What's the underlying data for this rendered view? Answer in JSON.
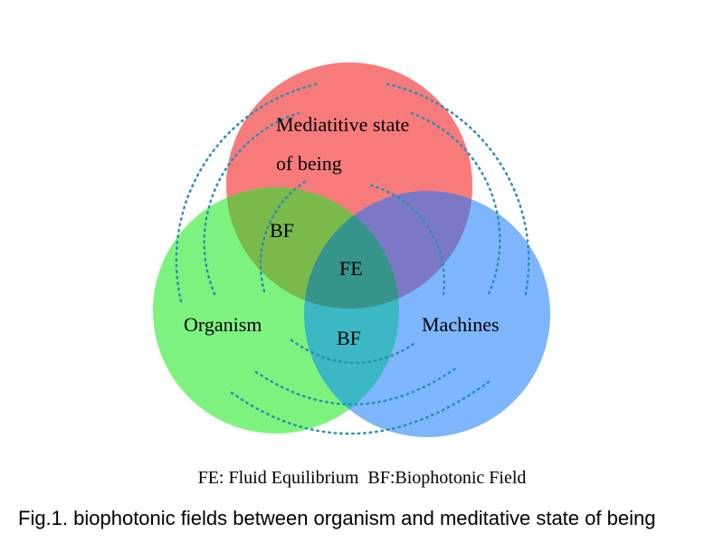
{
  "diagram": {
    "circle_top_label_line1": "Mediatitive state",
    "circle_top_label_line2": "of being",
    "circle_left_label": "Organism",
    "circle_right_label": "Machines",
    "overlap_top_left_label": "BF",
    "overlap_bottom_label": "BF",
    "center_label": "FE",
    "colors": {
      "top_circle": "#f87b7b",
      "left_circle": "#7ef27e",
      "right_circle": "#7db6fb",
      "top_left_overlap": "#7aba4a",
      "top_right_overlap": "#7b79c6",
      "left_right_overlap": "#3bb8c3",
      "center_overlap": "#36948a",
      "dotted_arcs": "#2a8fb0"
    }
  },
  "legend": "FE: Fluid Equilibrium  BF:Biophotonic Field",
  "caption": "Fig.1. biophotonic fields between organism and meditative state of being"
}
